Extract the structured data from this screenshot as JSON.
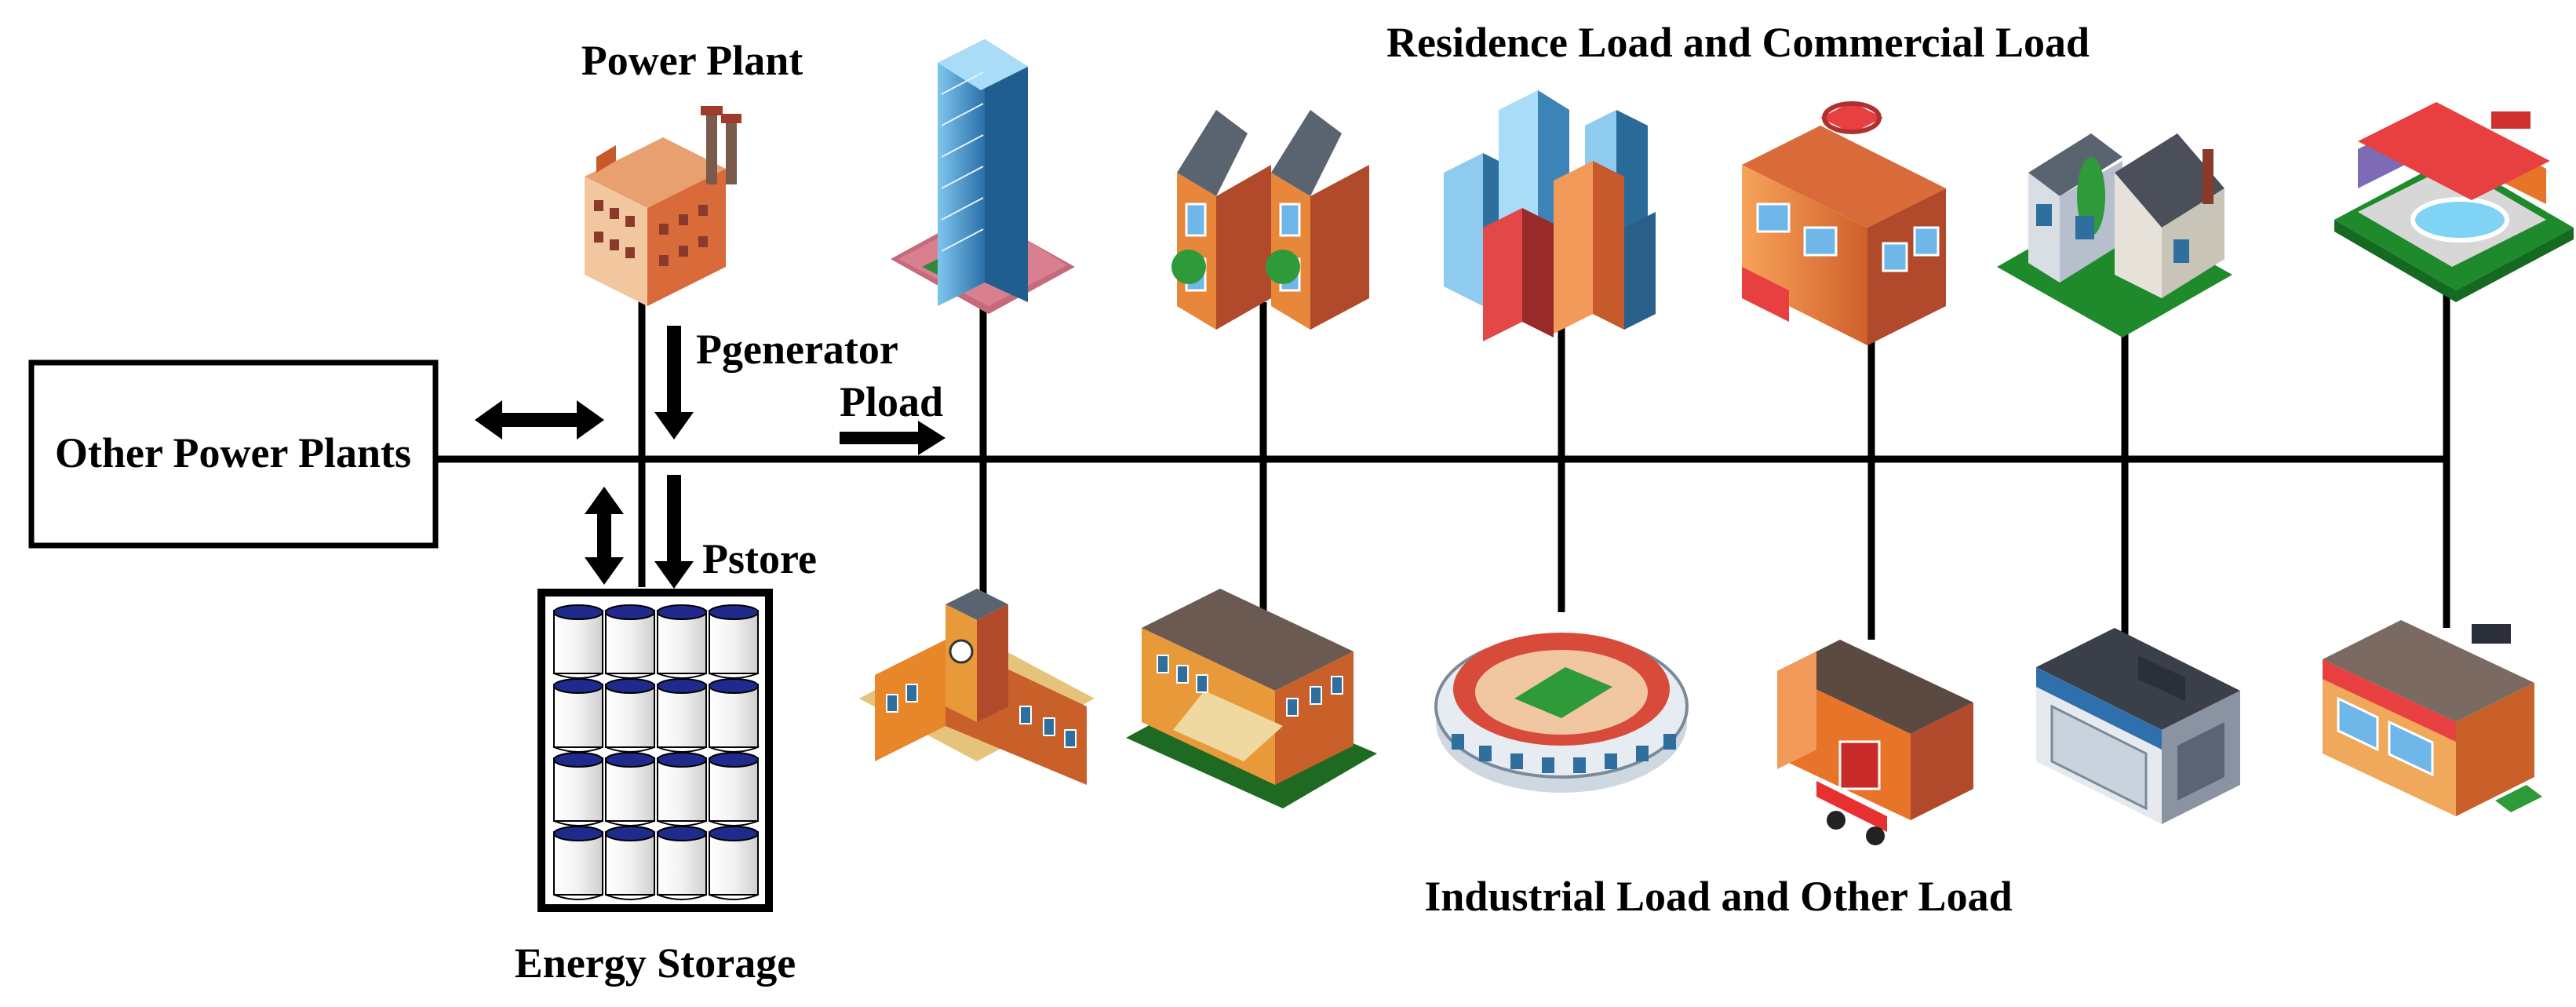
{
  "labels": {
    "power_plant": "Power Plant",
    "residence_commercial": "Residence Load and Commercial Load",
    "other_power_plants": "Other Power Plants",
    "pgenerator": "Pgenerator",
    "pload": "Pload",
    "pstore": "Pstore",
    "energy_storage": "Energy Storage",
    "industrial_other": "Industrial Load and Other Load"
  },
  "icons": {
    "top": [
      "power-plant-icon",
      "skyscraper-icon",
      "townhouses-icon",
      "city-towers-icon",
      "shopping-center-icon",
      "suburban-house-icon",
      "motel-pool-icon"
    ],
    "bottom": [
      "school-icon",
      "college-icon",
      "stadium-icon",
      "fire-station-icon",
      "garage-icon",
      "restaurant-icon"
    ],
    "storage": "battery-bank-icon"
  },
  "colors": {
    "line": "#000000",
    "battery_cap": "#1f2a8c",
    "orange": "#e8742a",
    "brick": "#b8452a",
    "glass": "#3f8fc4",
    "green": "#1f8a2c",
    "roof": "#4a4f5a"
  }
}
